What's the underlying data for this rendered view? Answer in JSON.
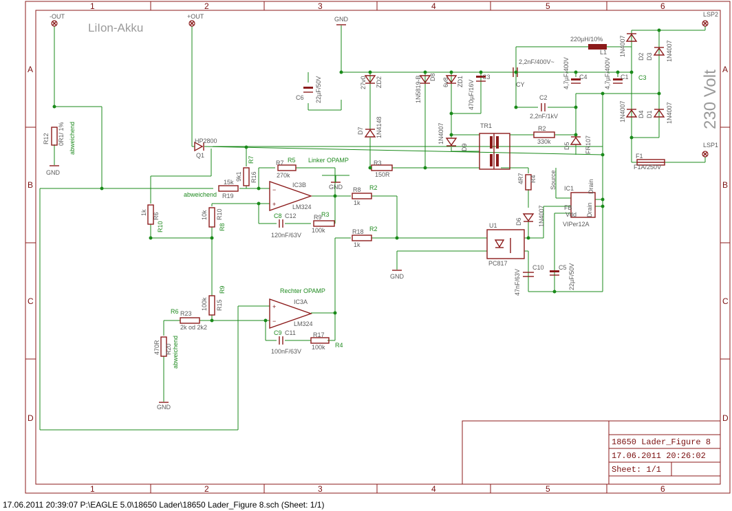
{
  "frame": {
    "columns": [
      "1",
      "2",
      "3",
      "4",
      "5",
      "6"
    ],
    "rows": [
      "A",
      "B",
      "C",
      "D"
    ]
  },
  "title_block": {
    "name": "18650 Lader_Figure 8",
    "date": "17.06.2011 20:26:02",
    "sheet": "Sheet: 1/1"
  },
  "heading": "LiIon-Akku",
  "voltage_label": "230 Volt",
  "footer": "17.06.2011 20:39:07  P:\\EAGLE 5.0\\18650 Lader\\18650 Lader_Figure 8.sch (Sheet: 1/1)",
  "labels": {
    "out_minus": "-OUT",
    "out_plus": "+OUT",
    "lsp2": "LSP2",
    "lsp1": "LSP1",
    "gnd": "GND",
    "r12": "R12",
    "r12_val": "0R1/ 1%",
    "abweichend": "abweichend",
    "q1_part": "HP2800",
    "q1": "Q1",
    "r7_green": "R7",
    "r16": "R16",
    "r16_val": "9k1",
    "r5_green": "R5",
    "r7": "R7",
    "r7_val": "270k",
    "linker": "Linker OPAMP",
    "r19_val": "15k",
    "r19": "R19",
    "ic3b": "IC3B",
    "lm324": "LM324",
    "r8": "R8",
    "r8_val": "1k",
    "r2_green": "R2",
    "r6": "R6",
    "r6_val": "1k",
    "r10_green": "R10",
    "r10": "R10",
    "r10_val": "10k",
    "r8_green": "R8",
    "c8_green": "C8",
    "c12": "C12",
    "c12_val": "120nF/63V",
    "r9": "R9",
    "r9_val": "100k",
    "r3_green": "R3",
    "r18": "R18",
    "r18_val": "1k",
    "r9_green": "R9",
    "r15": "R15",
    "r15_val": "100k",
    "rechter": "Rechter OPAMP",
    "ic3a": "IC3A",
    "r6_green": "R6",
    "r23": "R23",
    "r23_val": "2k od 2k2",
    "r20": "R20",
    "r20_val": "470R",
    "c9_green": "C9",
    "c11": "C11",
    "c11_val": "100nF/63V",
    "r17": "R17",
    "r17_val": "100k",
    "r4_green": "R4",
    "c6": "C6",
    "c6_val": "22µF/50V",
    "zd2_val": "27v0",
    "zd2": "ZD2",
    "d7": "D7",
    "d7_val": "1N4148",
    "r3": "R3",
    "r3_val": "150R",
    "d8": "D8",
    "d8_val": "1N5819-B",
    "zd1_val": "6v8",
    "zd1": "ZD1",
    "c3": "C3",
    "c3_val": "470µF/16V",
    "d9": "D9",
    "d9_val": "1N4007",
    "tr1": "TR1",
    "r2": "R2",
    "r2_val": "330k",
    "cy": "CY",
    "cy_val": "2,2nF/400V~",
    "c2": "C2",
    "c2_val": "2,2nF/1kV",
    "c4": "C4",
    "c4_val": "4,7µF/400V",
    "c1": "C1",
    "c1_val": "4,7µF/400V",
    "c3_green": "C3",
    "l1_val": "220µH/10%",
    "l1": "L1",
    "d5": "D5",
    "d5_val": "FR107",
    "r4": "R4",
    "r4_val": "4R7",
    "ic1": "IC1",
    "viper": "VIPer12A",
    "source": "Source",
    "drain": "Drain",
    "drain2": "Drain",
    "fb": "FB",
    "vdd": "Vdd",
    "d6": "D6",
    "d6_val": "1N4007",
    "u1": "U1",
    "pc817": "PC817",
    "c10": "C10",
    "c10_val": "47nF/63V",
    "c5": "C5",
    "c5_val": "22µF/50V",
    "d2": "D2",
    "d3": "D3",
    "d4": "D4",
    "d1": "D1",
    "diode_val": "1N4007",
    "f1": "F1",
    "f1_val": "F1A/250V"
  }
}
